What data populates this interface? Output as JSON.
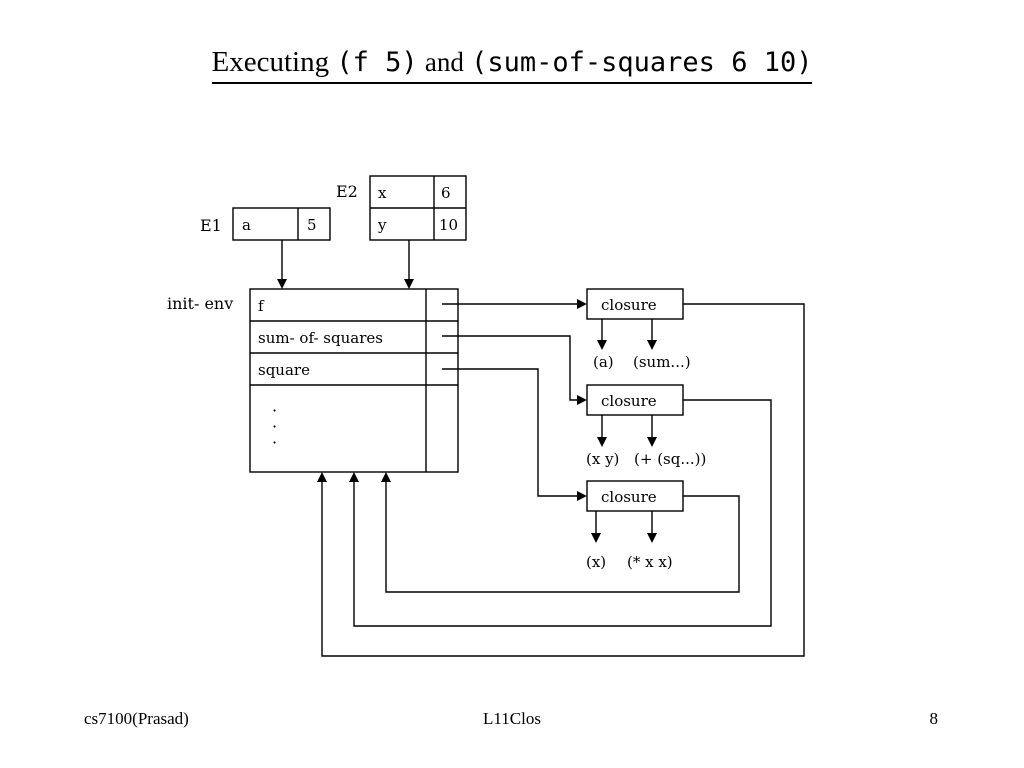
{
  "title": {
    "part1": "Executing",
    "code1": "(f 5)",
    "part2": "and",
    "code2": "(sum-of-squares 6 10)"
  },
  "diagram": {
    "e1": {
      "label": "E1",
      "var": "a",
      "value": "5"
    },
    "e2": {
      "label": "E2",
      "rows": [
        {
          "var": "x",
          "value": "6"
        },
        {
          "var": "y",
          "value": "10"
        }
      ]
    },
    "init_env": {
      "label": "init- env",
      "bindings": [
        "f",
        "sum- of- squares",
        "square"
      ],
      "dots": [
        "·",
        "·",
        "·"
      ]
    },
    "closures": [
      {
        "label": "closure",
        "params": "(a)",
        "body": "(sum...)"
      },
      {
        "label": "closure",
        "params": "(x y)",
        "body": "(+ (sq...))"
      },
      {
        "label": "closure",
        "params": "(x)",
        "body": "(* x x)"
      }
    ]
  },
  "footer": {
    "left": "cs7100(Prasad)",
    "center": "L11Clos",
    "right": "8"
  }
}
